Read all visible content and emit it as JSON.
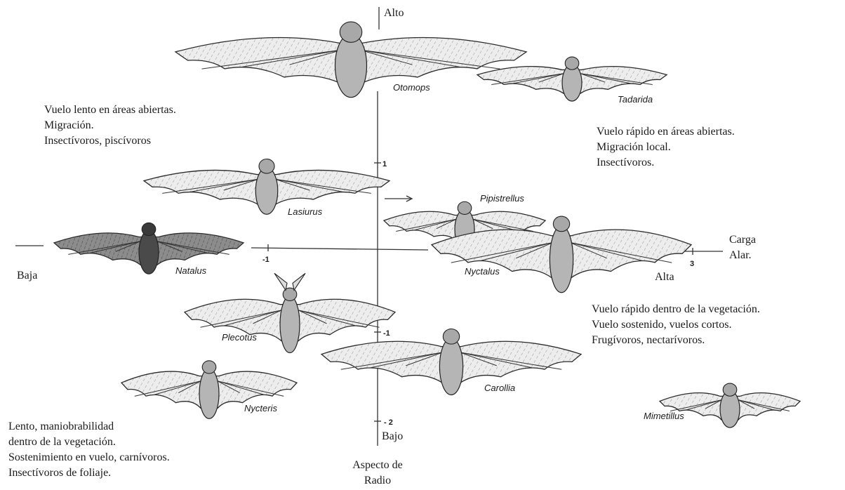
{
  "axes": {
    "vertical_top": "Alto",
    "vertical_bottom": "Bajo",
    "vertical_title_line1": "Aspecto de",
    "vertical_title_line2": "Radio",
    "horizontal_left": "Baja",
    "horizontal_right": "Alta",
    "horizontal_title_line1": "Carga",
    "horizontal_title_line2": "Alar.",
    "tick_v_pos1": "1",
    "tick_v_neg1": "-1",
    "tick_v_neg2": "- 2",
    "tick_h_neg1": "-1",
    "tick_h_pos3": "3"
  },
  "bats": {
    "otomops": "Otomops",
    "tadarida": "Tadarida",
    "pipistrellus": "Pipistrellus",
    "lasiurus": "Lasiurus",
    "natalus": "Natalus",
    "nyctalus": "Nyctalus",
    "plecotus": "Plecotus",
    "carollia": "Carollia",
    "nycteris": "Nycteris",
    "mimetillus": "Mimetillus"
  },
  "descriptions": {
    "upper_left": [
      "Vuelo lento en áreas abiertas.",
      "Migración.",
      "Insectívoros, piscívoros"
    ],
    "upper_right": [
      "Vuelo rápido en áreas abiertas.",
      "Migración local.",
      "Insectívoros."
    ],
    "lower_right": [
      "Vuelo rápido dentro de la vegetación.",
      "Vuelo sostenido, vuelos cortos.",
      "Frugívoros, nectarívoros."
    ],
    "lower_left": [
      "Lento, maniobrabilidad",
      "dentro de la vegetación.",
      "Sostenimiento en vuelo, carnívoros.",
      "Insectívoros de foliaje."
    ]
  }
}
